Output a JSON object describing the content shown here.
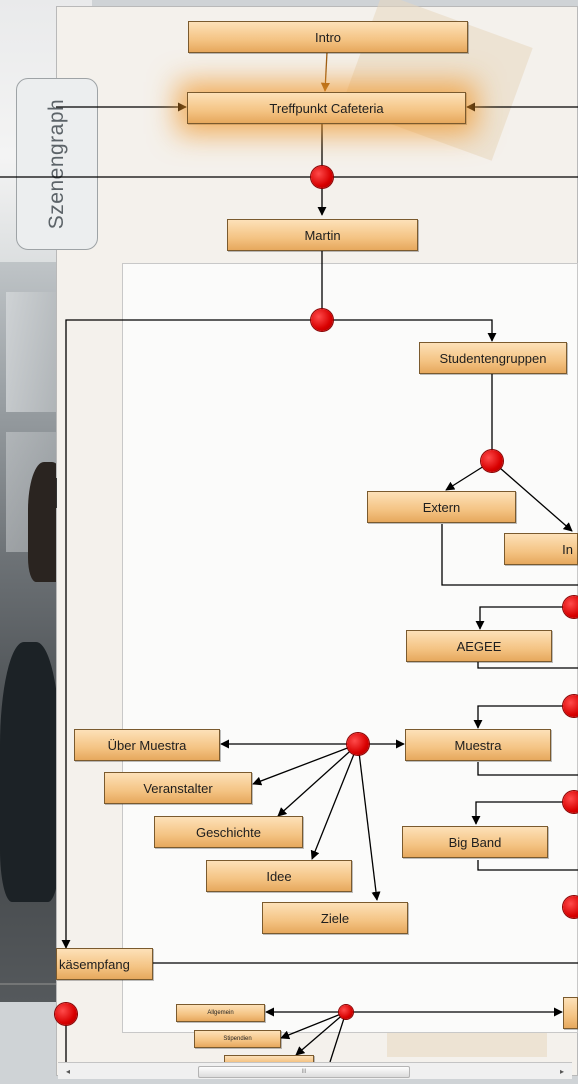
{
  "panel_tab": {
    "label": "Szenengraph"
  },
  "nodes": {
    "intro": "Intro",
    "treffpunkt": "Treffpunkt Cafeteria",
    "martin": "Martin",
    "studentengruppen": "Studentengruppen",
    "extern": "Extern",
    "intern": "In",
    "aegee": "AEGEE",
    "muestra": "Muestra",
    "ueber_muestra": "Über Muestra",
    "veranstalter": "Veranstalter",
    "geschichte": "Geschichte",
    "idee": "Idee",
    "ziele": "Ziele",
    "big_band": "Big Band",
    "kaesempfang": "käsempfang",
    "allgemein": "Allgemein",
    "stipendien": "Stipendien"
  },
  "scrollbar": {
    "left_arrow": "◂",
    "right_arrow": "▸",
    "thumb_grip": "III"
  },
  "colors": {
    "node_fill": "#f4c383",
    "node_border": "#7a5a2e",
    "junction": "#d80000",
    "edge": "#000000",
    "highlight_glow": "#f09628"
  }
}
